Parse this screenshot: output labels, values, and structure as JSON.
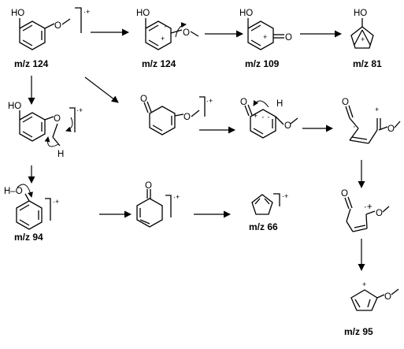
{
  "labels": {
    "mz124a": "m/z 124",
    "mz124b": "m/z 124",
    "mz109": "m/z 109",
    "mz81": "m/z 81",
    "mz94": "m/z 94",
    "mz66": "m/z 66",
    "mz95": "m/z 95"
  },
  "atoms": {
    "HO": "HO",
    "O": "O",
    "H": "H",
    "H_O": "H–O",
    "plus": "+",
    "dot": "·",
    "radcat": "·+",
    "dots2": "· ·"
  }
}
